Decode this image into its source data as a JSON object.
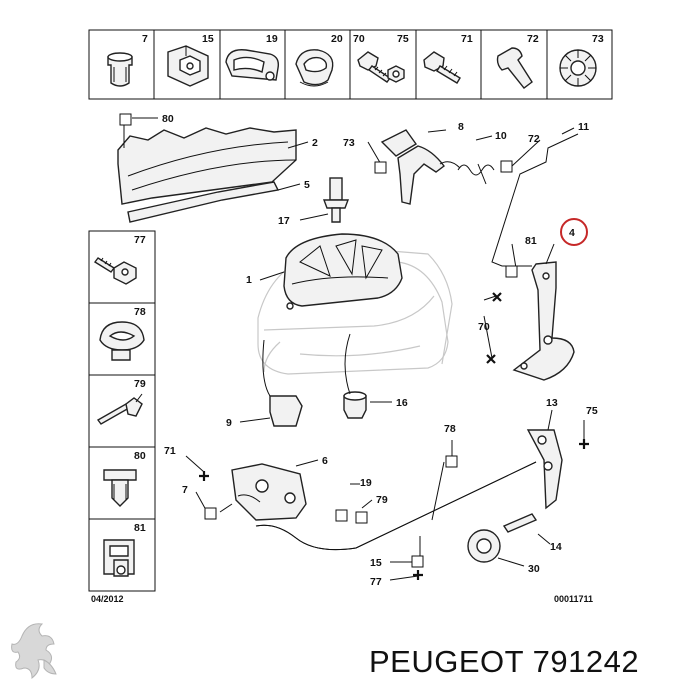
{
  "top_row": [
    "7",
    "15",
    "19",
    "20",
    "70",
    "75",
    "71",
    "72",
    "73"
  ],
  "left_column": [
    "77",
    "78",
    "79",
    "80",
    "81"
  ],
  "callouts": {
    "c80": "80",
    "c2": "2",
    "c5": "5",
    "c17": "17",
    "c73": "73",
    "c8": "8",
    "c10": "10",
    "c72": "72",
    "c11": "11",
    "c4": "4",
    "c81": "81",
    "c70": "70",
    "c1": "1",
    "c9": "9",
    "c16": "16",
    "c71": "71",
    "c6": "6",
    "c7": "7",
    "c19": "19",
    "c79": "79",
    "c15": "15",
    "c77": "77",
    "c78": "78",
    "c13": "13",
    "c75": "75",
    "c14": "14",
    "c30": "30"
  },
  "date_code": "04/2012",
  "ref_code": "00011711",
  "brand_line": "PEUGEOT 791242",
  "logo_icon": "peugeot-lion-logo-icon"
}
